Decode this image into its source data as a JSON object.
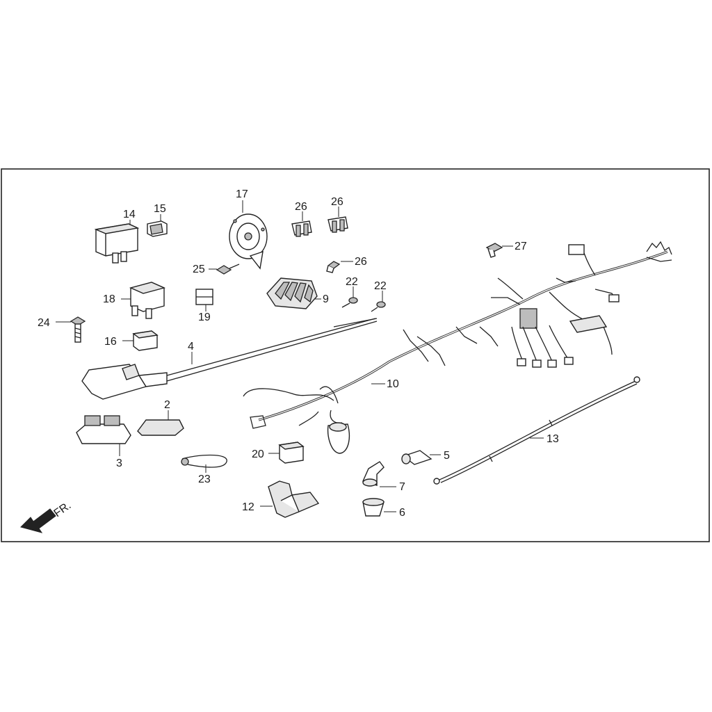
{
  "diagram": {
    "labels": {
      "p14": "14",
      "p15": "15",
      "p17": "17",
      "p26a": "26",
      "p26b": "26",
      "p27": "27",
      "p26c": "26",
      "p25": "25",
      "p22a": "22",
      "p22b": "22",
      "p18": "18",
      "p19": "19",
      "p9": "9",
      "p24": "24",
      "p16": "16",
      "p4": "4",
      "p10": "10",
      "p2": "2",
      "p3": "3",
      "p20": "20",
      "p5": "5",
      "p13": "13",
      "p23": "23",
      "p7": "7",
      "p12": "12",
      "p6": "6"
    },
    "direction_text": "FR."
  }
}
